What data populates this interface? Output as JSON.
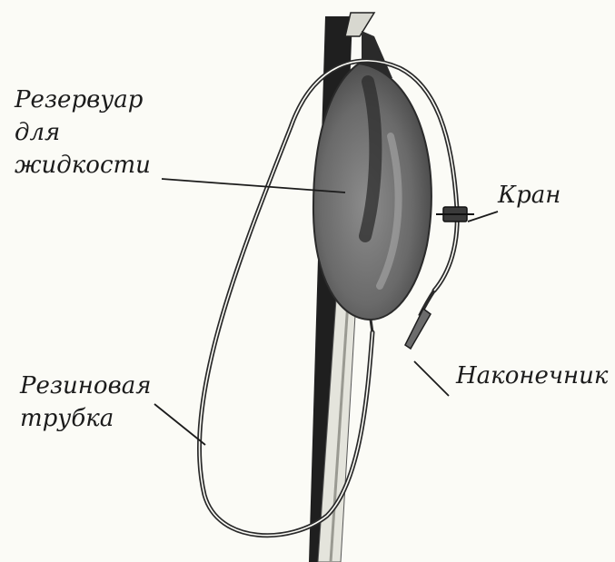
{
  "labels": {
    "reservoir": [
      "Резервуар",
      "для",
      "жидкости"
    ],
    "valve": "Кран",
    "nozzle": "Наконечник",
    "tube": [
      "Резиновая",
      "трубка"
    ]
  },
  "colors": {
    "background": "#fbfbf6",
    "ink": "#1b1b1b",
    "bag": "#6f6f6f",
    "pole_dark": "#1f1f1f",
    "pole_light": "#e4e4dc"
  }
}
